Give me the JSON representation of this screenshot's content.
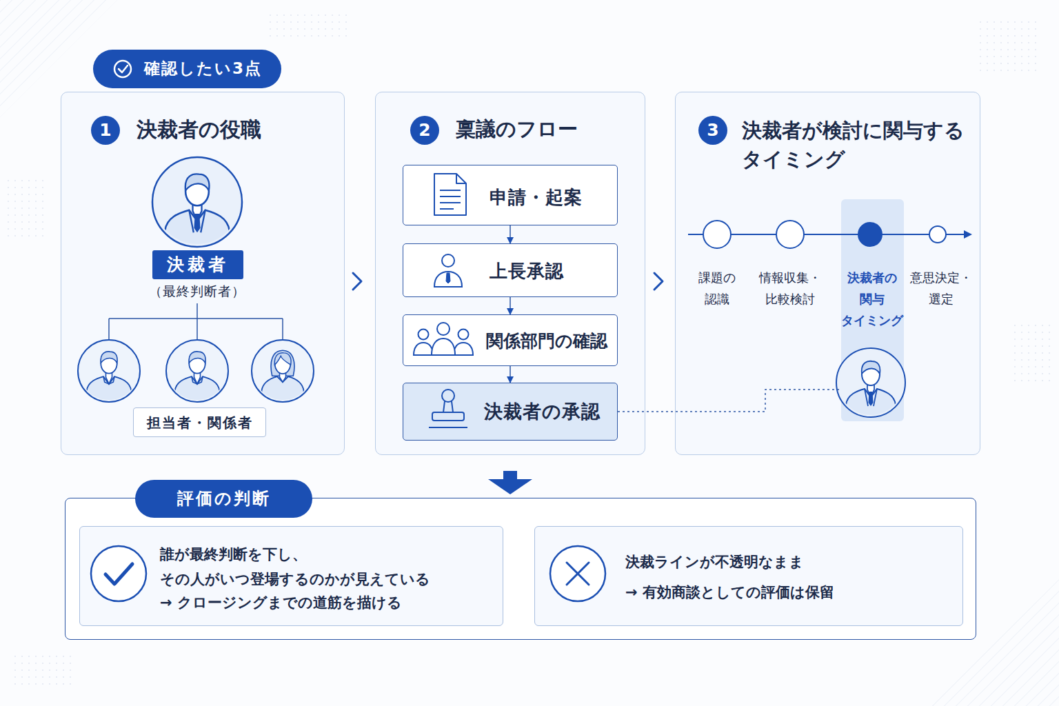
{
  "diagram": {
    "nodes": [
      {
        "text": [
          "確認したい3点"
        ]
      },
      {
        "text": [
          "決裁者の役職"
        ]
      },
      {
        "text": [
          "1"
        ],
        "in": 1
      },
      {
        "text": [
          "決裁者"
        ],
        "in": 1
      },
      {
        "text": [
          "担当者・関係者"
        ],
        "in": 1
      },
      {
        "text": [
          "稟議のフロー"
        ]
      },
      {
        "text": [
          "2"
        ],
        "in": 5
      },
      {
        "text": [
          "申請・起案"
        ],
        "in": 5
      },
      {
        "text": [
          "上長承認"
        ],
        "in": 5
      },
      {
        "text": [
          "関係部門の確認"
        ],
        "in": 5
      },
      {
        "text": [
          "決裁者の承認"
        ],
        "in": 5
      },
      {
        "text": [
          "決裁者が検討に関与する タイミング"
        ]
      },
      {
        "text": [
          "3"
        ],
        "in": 11
      },
      {
        "text": [
          "決裁者の 関与 タイミング"
        ],
        "in": 11
      },
      {
        "text": [
          "評価の判断"
        ]
      },
      {
        "text": [
          "誰が最終判断を下し、 その人がいつ登場するのかが見えている",
          "→ クロージングまでの道筋を描ける"
        ],
        "in": 14
      },
      {
        "text": [
          "決裁ラインが不透明なまま",
          "→ 有効商談としての評価は保留"
        ],
        "in": 14
      }
    ],
    "edges": [
      {
        "from": 7,
        "to": 8,
        "arrow": "to"
      },
      {
        "from": 8,
        "to": 9,
        "arrow": "to"
      },
      {
        "from": 9,
        "to": 10,
        "arrow": "to"
      },
      {
        "from": 10,
        "to": 13,
        "arrow": "none"
      }
    ],
    "labels": [
      "（最終判断者）",
      "課題の 認識",
      "情報収集・ 比較検討",
      "意思決定・ 選定"
    ]
  }
}
